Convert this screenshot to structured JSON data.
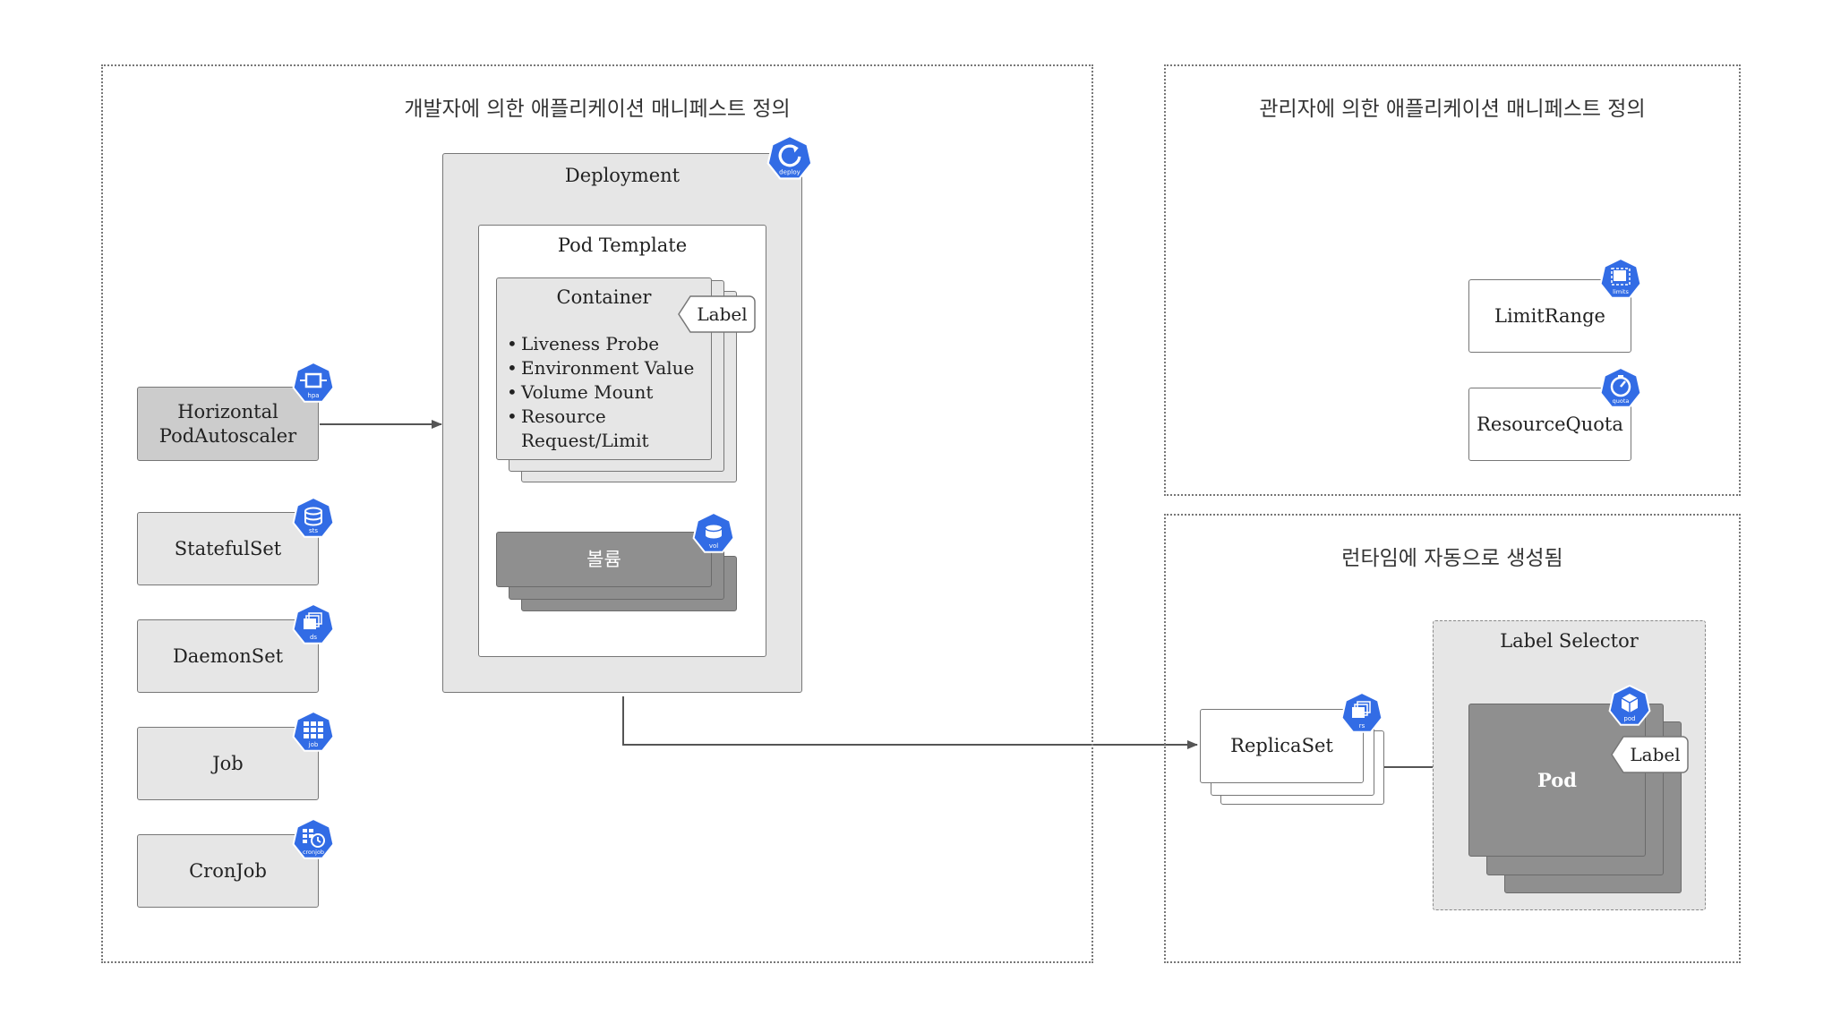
{
  "regions": {
    "developer": {
      "title": "개발자에 의한 애플리케이션 매니페스트 정의"
    },
    "admin": {
      "title": "관리자에 의한 애플리케이션 매니페스트 정의"
    },
    "runtime": {
      "title": "런타임에 자동으로 생성됨"
    }
  },
  "workloads": {
    "hpa": {
      "line1": "Horizontal",
      "line2": "PodAutoscaler",
      "icon_caption": "hpa",
      "icon": "hpa-icon"
    },
    "statefulset": {
      "label": "StatefulSet",
      "icon_caption": "sts",
      "icon": "statefulset-icon"
    },
    "daemonset": {
      "label": "DaemonSet",
      "icon_caption": "ds",
      "icon": "daemonset-icon"
    },
    "job": {
      "label": "Job",
      "icon_caption": "job",
      "icon": "job-icon"
    },
    "cronjob": {
      "label": "CronJob",
      "icon_caption": "cronjob",
      "icon": "cronjob-icon"
    }
  },
  "deployment": {
    "title": "Deployment",
    "icon_caption": "deploy",
    "pod_template": {
      "title": "Pod Template",
      "container": {
        "title": "Container",
        "label_tag": "Label",
        "bullets": [
          "Liveness Probe",
          "Environment Value",
          "Volume Mount",
          "Resource"
        ],
        "bullet_continuation": "Request/Limit"
      },
      "volume": {
        "label": "볼륨",
        "icon_caption": "vol"
      }
    }
  },
  "admin_resources": {
    "limitrange": {
      "label": "LimitRange",
      "icon_caption": "limits"
    },
    "resourcequota": {
      "label": "ResourceQuota",
      "icon_caption": "quota"
    }
  },
  "runtime": {
    "replicaset": {
      "label": "ReplicaSet",
      "icon_caption": "rs"
    },
    "label_selector": {
      "title": "Label Selector",
      "pod": {
        "label": "Pod",
        "label_tag": "Label",
        "icon_caption": "pod"
      }
    }
  },
  "colors": {
    "k8s_blue": "#326ce5",
    "light_gray": "#e6e6e6",
    "mid_gray": "#cccccc",
    "dark_gray": "#8f8f8f",
    "line": "#555555"
  }
}
